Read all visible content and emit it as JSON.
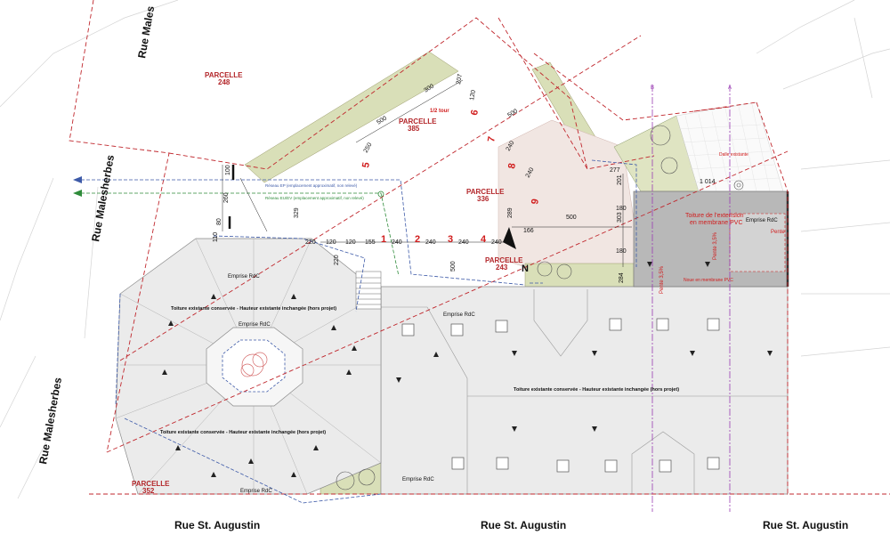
{
  "streets": {
    "male_top": "Rue Males",
    "male_left": "Rue Malesherbes",
    "male_bottom": "Rue Malesherbes",
    "augustin_1": "Rue St. Augustin",
    "augustin_2": "Rue St. Augustin",
    "augustin_3": "Rue St. Augustin"
  },
  "parcels": {
    "p248": {
      "label": "PARCELLE",
      "num": "248"
    },
    "p385": {
      "label": "PARCELLE",
      "num": "385"
    },
    "p336": {
      "label": "PARCELLE",
      "num": "336"
    },
    "p243": {
      "label": "PARCELLE",
      "num": "243"
    },
    "p352": {
      "label": "PARCELLE",
      "num": "352"
    }
  },
  "notes": {
    "roof_1": "Toiture existante conservée - Hauteur existante inchangée (hors projet)",
    "roof_2": "Toiture existante conservée - Hauteur existante inchangée (hors projet)",
    "roof_3": "Toiture existante conservée - Hauteur existante inchangée (hors projet)",
    "emprise_1": "Emprise RdC",
    "emprise_2": "Emprise RdC",
    "emprise_3": "Emprise RdC",
    "emprise_4": "Emprise RdC",
    "emprise_5": "Emprise RdC",
    "emprise_6": "Emprise RdC",
    "extension_1": "Toiture de l'extension",
    "extension_2": "en membrane PVC",
    "pente_1": "Pente 3,5%",
    "pente_2": "Pente 3,5%",
    "pente_3": "Pente",
    "half_tour": "1/2 tour",
    "reseau_ep": "Réseau EP (emplacement approximatif, non relevé)",
    "reseau_eu": "Réseau EU/EV (emplacement approximatif, non relevé)",
    "north": "N",
    "dalle": "Dalle existante",
    "membrane": "Noue en membrane PVC",
    "level_1014": "1 014"
  },
  "dimensions": {
    "d100": "100",
    "d260": "260",
    "d80": "80",
    "d110": "110",
    "d329": "329",
    "d220a": "220",
    "d120a": "120",
    "d120b": "120",
    "d155": "155",
    "d220b": "220",
    "d240a": "240",
    "d240b": "240",
    "d240c": "240",
    "d240d": "240",
    "d500a": "500",
    "d250": "250",
    "d300": "300",
    "d207": "207",
    "d120c": "120",
    "d500b": "500",
    "d240e": "240",
    "d240f": "240",
    "d289": "289",
    "d166": "166",
    "d277": "277",
    "d201": "201",
    "d303": "303",
    "d500c": "500",
    "d180a": "180",
    "d180b": "180",
    "d284": "284",
    "d500d": "500"
  },
  "steps": [
    "1",
    "2",
    "3",
    "4",
    "5",
    "6",
    "7",
    "8",
    "9"
  ],
  "section_marks": {
    "a": "A",
    "b": "B"
  },
  "colors": {
    "parcel_line": "#c0272d",
    "roof_fill": "#ebebeb",
    "extension_fill": "#b8b8b8",
    "greenery": "#d9dfb8",
    "network_blue": "#3d5aa8",
    "network_green": "#2e8b3a",
    "section_purple": "#9a3cb3"
  }
}
